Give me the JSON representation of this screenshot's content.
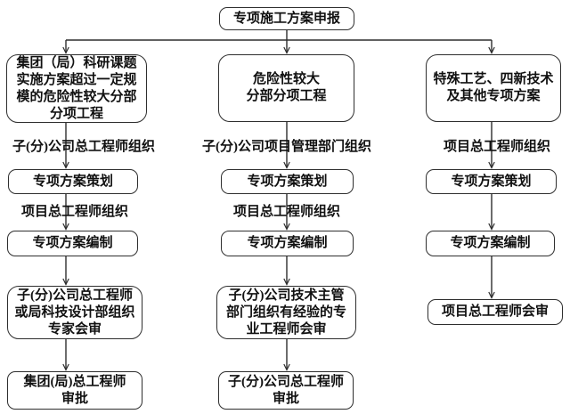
{
  "diagram": {
    "root": "专项施工方案申报",
    "left": {
      "condition": "集团（局）科研课题\n实施方案超过一定规\n模的危险性较大分部\n分项工程",
      "org1": "子(分)公司总工程师组织",
      "plan": "专项方案策划",
      "org2": "项目总工程师组织",
      "compile": "专项方案编制",
      "review": "子(分)公司总工程师\n或局科技设计部组织\n专家会审",
      "approve": "集团(局)总工程师\n审批"
    },
    "middle": {
      "condition": "危险性较大\n分部分项工程",
      "org1": "子(分)公司项目管理部门组织",
      "plan": "专项方案策划",
      "org2": "项目总工程师组织",
      "compile": "专项方案编制",
      "review": "子(分)公司技术主管\n部门组织有经验的专\n业工程师会审",
      "approve": "子(分)公司总工程师\n审批"
    },
    "right": {
      "condition": "特殊工艺、四新技术\n及其他专项方案",
      "org1": "项目总工程师组织",
      "plan": "专项方案策划",
      "compile": "专项方案编制",
      "review": "项目总工程师会审"
    },
    "colors": {
      "stroke": "#2e2e2e",
      "text": "#111111",
      "background": "#ffffff"
    }
  }
}
